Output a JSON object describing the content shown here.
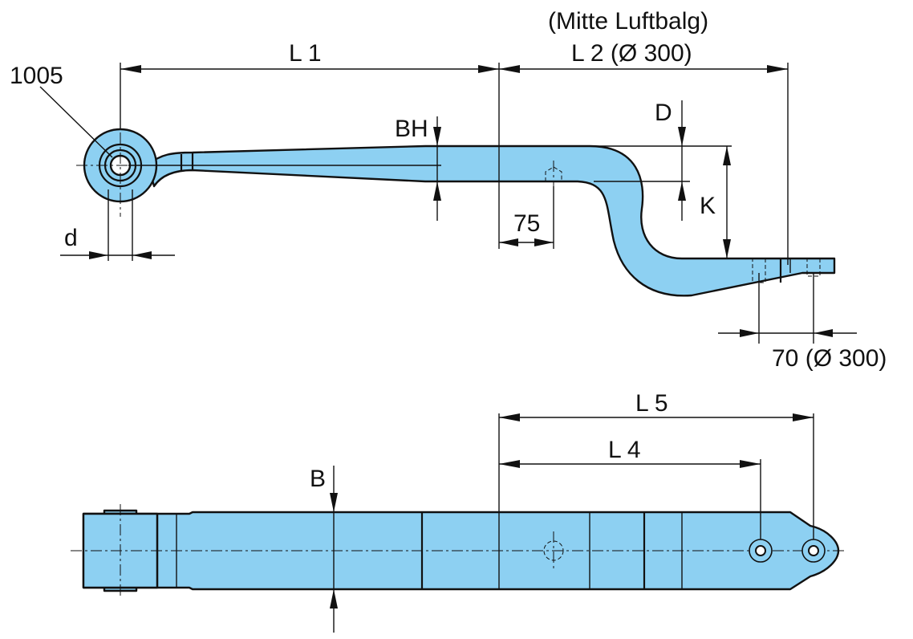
{
  "labels": {
    "part_number": "1005",
    "mitte_luftbalg": "(Mitte Luftbalg)",
    "L1": "L 1",
    "L2": "L 2 (Ø 300)",
    "BH": "BH",
    "D": "D",
    "K": "K",
    "d": "d",
    "dim_75": "75",
    "dim_70": "70 (Ø 300)",
    "L5": "L 5",
    "L4": "L 4",
    "B": "B"
  },
  "colors": {
    "part_fill": "#8dd0f2",
    "stroke": "#111111",
    "background": "#ffffff"
  }
}
